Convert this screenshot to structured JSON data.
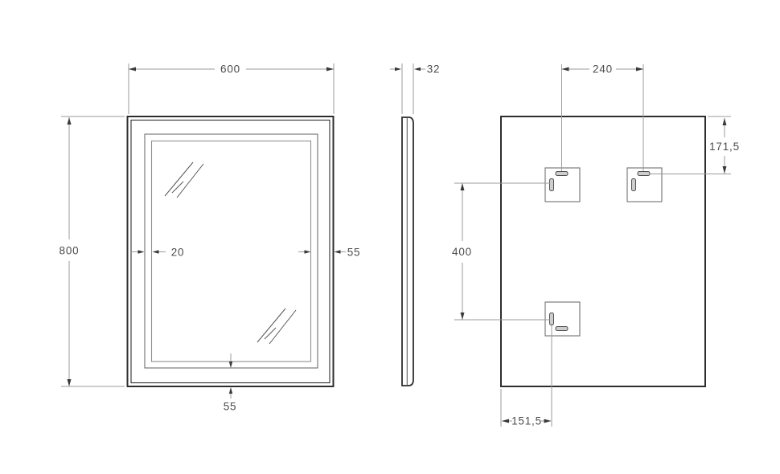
{
  "drawing": {
    "type": "technical-drawing-mirror",
    "views": [
      "front",
      "side",
      "back"
    ],
    "dimensions": {
      "front_width": "600",
      "front_height": "800",
      "glass_inset": "20",
      "frame_side": "55",
      "frame_bottom": "55",
      "depth": "32",
      "bracket_spacing_horizontal": "240",
      "bracket_top_offset": "171,5",
      "bracket_spacing_vertical": "400",
      "bracket_left_offset": "151,5"
    },
    "colors": {
      "background": "#ffffff",
      "outline": "#2d2d2d",
      "frame_secondary": "#6f6f6f",
      "dimension_line": "#9b9b9b",
      "arrow": "#383838",
      "label_text": "#4c4c4c",
      "bracket_stroke": "#7d7d7d",
      "slot_fill": "#cdcdcd"
    }
  }
}
